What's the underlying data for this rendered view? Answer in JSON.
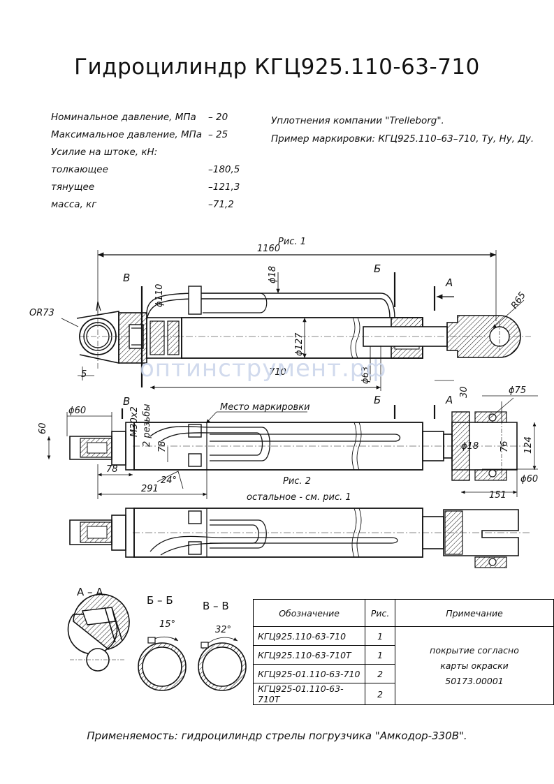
{
  "title": "Гидроцилиндр КГЦ925.110-63-710",
  "specs": [
    {
      "label": "Номинальное давление, МПа",
      "value": "– 20"
    },
    {
      "label": "Максимальное давление, МПа",
      "value": "– 25"
    },
    {
      "label": "Усилие на штоке, кН:",
      "value": ""
    },
    {
      "label": "толкающее",
      "value": "–180,5"
    },
    {
      "label": "тянущее",
      "value": "–121,3"
    },
    {
      "label": "масса, кг",
      "value": "–71,2"
    }
  ],
  "notes": {
    "seals": "Уплотнения компании \"Trelleborg\".",
    "marking_example": "Пример маркировки: КГЦ925.110–63–710, Ту, Ну, Ду."
  },
  "fig1": {
    "caption": "Рис. 1",
    "dim_total": "1160",
    "dim_stroke": "710",
    "dim_rod_port": "ϕ18",
    "dim_bore": "ϕ110",
    "dim_tube": "ϕ127",
    "dim_rod": "ϕ63",
    "dim_end": "5",
    "radius_left": "OR73",
    "radius_right": "R65",
    "section_a": "А",
    "section_b": "Б",
    "section_v": "В"
  },
  "fig2": {
    "caption": "Рис. 2",
    "caption_note": "остальное - см. рис. 1",
    "marking_place": "Место маркировки",
    "dim_d60_left": "ϕ60",
    "dim_60": "60",
    "dim_m30": "М30х2",
    "dim_2threads": "2 резьбы",
    "dim_78_v": "78",
    "dim_78_h": "78",
    "dim_24": "24°",
    "dim_291": "291",
    "dim_30": "30",
    "dim_d75": "ϕ75",
    "dim_d18": "ϕ18",
    "dim_76": "76",
    "dim_124": "124",
    "dim_d60_right": "ϕ60",
    "dim_151": "151",
    "section_a": "А",
    "section_b": "Б",
    "section_v": "В"
  },
  "sections": [
    {
      "name": "А – А"
    },
    {
      "name": "Б – Б",
      "angle": "15°"
    },
    {
      "name": "В – В",
      "angle": "32°"
    }
  ],
  "table": {
    "headers": [
      "Обозначение",
      "Рис.",
      "Примечание"
    ],
    "rows": [
      {
        "designation": "КГЦ925.110-63-710",
        "fig": "1"
      },
      {
        "designation": "КГЦ925.110-63-710Т",
        "fig": "1"
      },
      {
        "designation": "КГЦ925-01.110-63-710",
        "fig": "2"
      },
      {
        "designation": "КГЦ925-01.110-63-710Т",
        "fig": "2"
      }
    ],
    "note_lines": [
      "покрытие согласно",
      "карты окраски",
      "50173.00001"
    ]
  },
  "footer": "Применяемость: гидроцилиндр стрелы погрузчика \"Амкодор-330В\".",
  "watermark": "оптинструмент.рф",
  "colors": {
    "line": "#111111",
    "watermark": "#c9d4ea"
  }
}
